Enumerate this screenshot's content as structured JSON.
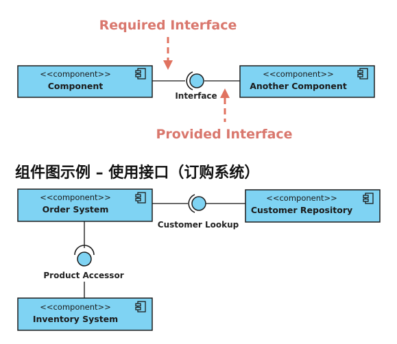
{
  "annotations": {
    "required": "Required Interface",
    "provided": "Provided Interface"
  },
  "example1": {
    "component_left": {
      "stereotype": "<<component>>",
      "name": "Component"
    },
    "component_right": {
      "stereotype": "<<component>>",
      "name": "Another Component"
    },
    "interface": "Interface"
  },
  "section_title": "组件图示例 – 使用接口（订购系统）",
  "example2": {
    "order_system": {
      "stereotype": "<<component>>",
      "name": "Order System"
    },
    "customer_repository": {
      "stereotype": "<<component>>",
      "name": "Customer Repository"
    },
    "inventory_system": {
      "stereotype": "<<component>>",
      "name": "Inventory System"
    },
    "customer_lookup": "Customer Lookup",
    "product_accessor": "Product Accessor"
  },
  "icons": [
    "component-icon"
  ],
  "colors": {
    "component_fill": "#7fd3f3",
    "annotation": "#d9776d"
  }
}
